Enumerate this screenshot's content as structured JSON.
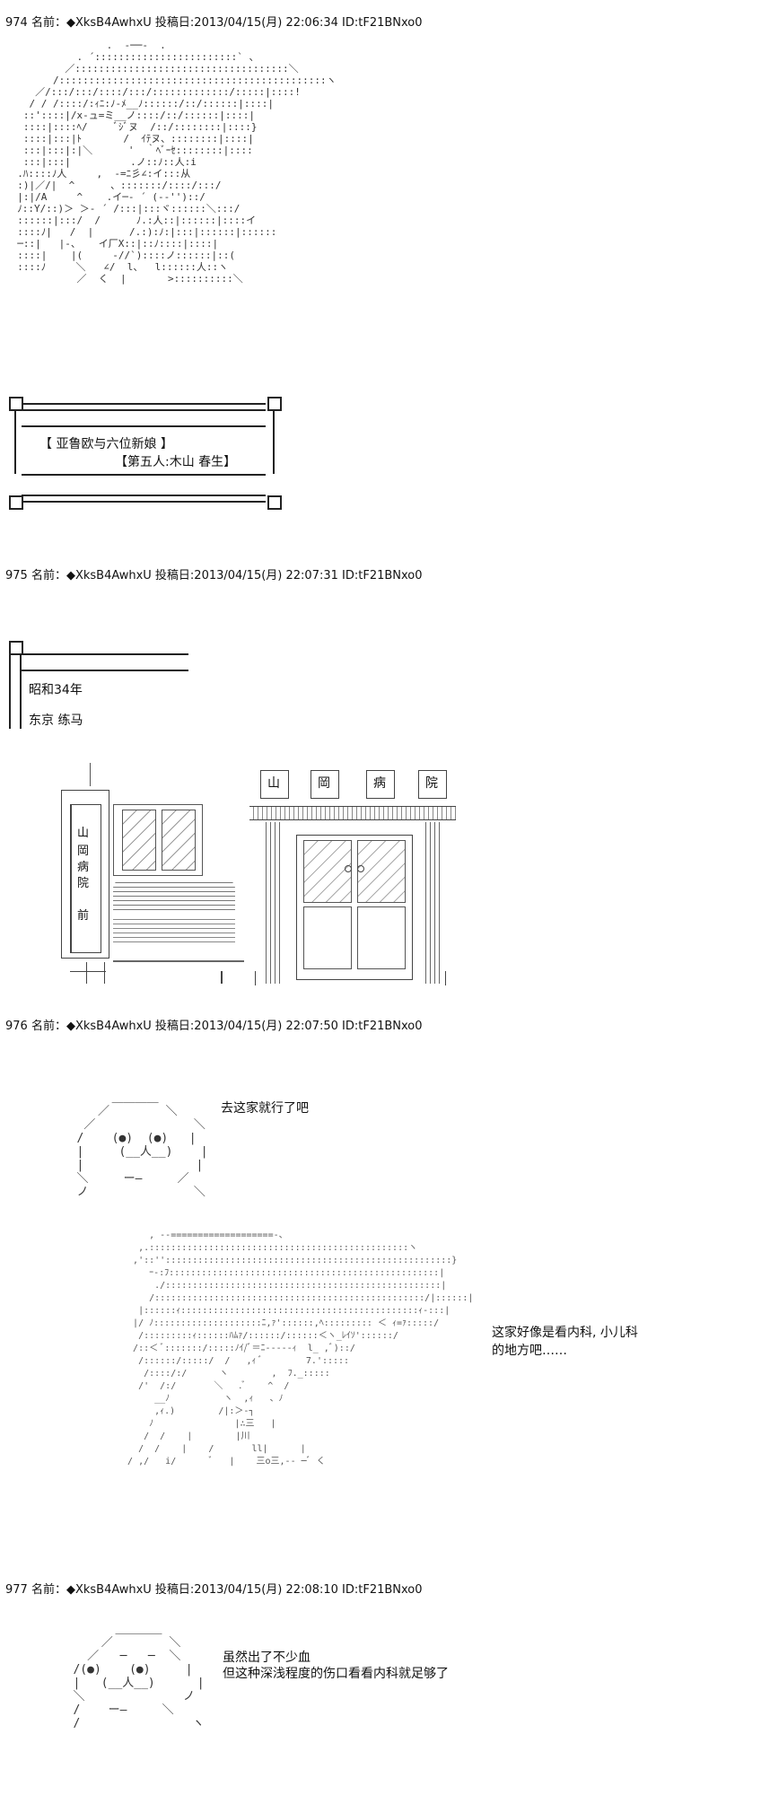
{
  "posts": [
    {
      "header": "974 名前：◆XksB4AwhxU 投稿日:2013/04/15(月) 22:06:34 ID:tF21BNxo0",
      "art": "                 .  ‐──‐  .\n            . ´::::::::::::::::::::::::` 、\n          ／::::::::::::::::::::::::::::::::::::＼\n        /:::::::::::::::::::::::::::::::::::::::::::::ヽ\n     ／/:::/:::/::::/:::/:::::::::::::/:::::|::::!\n    / / /::::/:ｨﾆ:ﾉ‐ﾒ__ﾉ::::::/::/::::::|::::|\n   ::'::::|/x-ュ=ミ__ノ::::/::/::::::|::::|\n   ::::|::::ﾍ/     ﾞｼﾞヌ  /::/::::::::|::::}\n   ::::|:::|ﾄ       /  ｲﾃヌ、::::::::|::::|\n   :::|:::|:|＼      '  ｀ﾍﾞｰｾ::::::::|::::",
      "art2": "   :::|:::|          .ノ::ﾉ::人:i\n  .ﾊ::::ﾉ人     ,  ‐=ﾆ彡∠:イ:::从\n  :)|／/|  ^      、:::::::/::::/:::/\n  |:|/A     ^    .イ─‐ ´ (-‐'')::/\n  ﾉ::Y/::)＞ ＞‐ ´ /:::|:::ヾ::::::＼:::/\n  ::::::|:::/  /      ﾉ.:人::|::::::|::::イ\n  ::::ﾉ|   /  |      /.:):ﾉ:|:::|::::::|::::::\n  ─::|   |‐、   イ厂X::|::ﾉ::::|::::|\n  ::::|    |(     ‐//`)::::ノ::::::|::(\n  ::::ﾉ     ＼   ∠/  l、  l::::::人::ヽ\n            ／  く  |       >::::::::::＼",
      "caption_line1": "【 亚鲁欧与六位新娘 】",
      "caption_line2": "【第五人:木山  春生】"
    },
    {
      "header": "975 名前：◆XksB4AwhxU 投稿日:2013/04/15(月) 22:07:31 ID:tF21BNxo0",
      "caption_line1": "昭和34年",
      "caption_line2": "东京  练马",
      "sign_chars": [
        "山",
        "岡",
        "病",
        "院"
      ],
      "pillar_chars": [
        "山",
        "岡",
        "病",
        "院",
        "前"
      ]
    },
    {
      "header": "976 名前：◆XksB4AwhxU 投稿日:2013/04/15(月) 22:07:50 ID:tF21BNxo0",
      "dialog1": "去这家就行了吧",
      "face1": "        ＿＿＿＿\n      ／        ＼\n    ／              ＼\n   /    (●)  (●)   |\n   |     (__人__)    |\n   |                |\n   ＼     ー―     ／\n   ノ               ＼",
      "dialog2_line1": "这家好像是看内科, 小儿科",
      "dialog2_line2": "的地方吧……",
      "figure": "      , -‐===================-、\n    ,.::::::::::::::::::::::::::::::::::::::::::::::::ヽ\n   ,'::'':::::::::::::::::::::::::::::::::::::::::::::::::::::}\n      ｰ‐:ﾌ::::::::::::::::::::::::::::::::::::::::::::::::::|\n       ./:::::::::::::::::::::::::::::::::::::::::::::::::::|\n      /::::::::::::::::::::::::::::::::::::::::::::::::::/|::::::|\n    |::::::ｨ::::::::::::::::::::::::::::::::::::::::::::ｨ‐:::|\n   |/ ﾉ::::::::::::::::::::ﾆ,ｧ'::::::,ﾍ::::::::: ＜ ｨ=ｧ:::::/\n    /:::::::::ｨ::::::ﾊﾑｧ/::::::/::::::＜ヽ_ﾚｲｿ'::::::/\n   /::＜ ﾞ:::::::/:::::ﾉｲ/ﾞ＝ﾆ-----ｨ  l_ ,ﾞ)::/\n    /::::::/:::::/  /   ,ｨ ﾞ        7.':::::\n     /::::/:/      ヽ        ,  ﾌ._:::::\n    /'  /:/       ＼   .ﾞ    ^  /\n       __ﾉ          ヽ  ,ｨ   、ﾉ\n       ,ｨ.)        /|:＞‐┐\n      ﾉ               |∴三   |\n     /  /    |        |川\n    /  /    |    /       ll|      |\n  / ,/   i/      ﾞ   |    三o三,‐‐ ─ﾞ く",
      "art_low": "                                       川\n                              三o三,‐‐ ─ﾞ く"
    },
    {
      "header": "977 名前：◆XksB4AwhxU 投稿日:2013/04/15(月) 22:08:10 ID:tF21BNxo0",
      "dialog_line1": "虽然出了不少血",
      "dialog_line2": "但这种深浅程度的伤口看看内科就足够了",
      "face": "         ＿＿＿＿\n       ／        ＼\n     ／   ─   ─  ＼\n   /(●)    (●)     |\n   |   (__人__)      |\n   ＼              ノ\n   /    ー―     ＼\n   /                ヽ"
    }
  ]
}
